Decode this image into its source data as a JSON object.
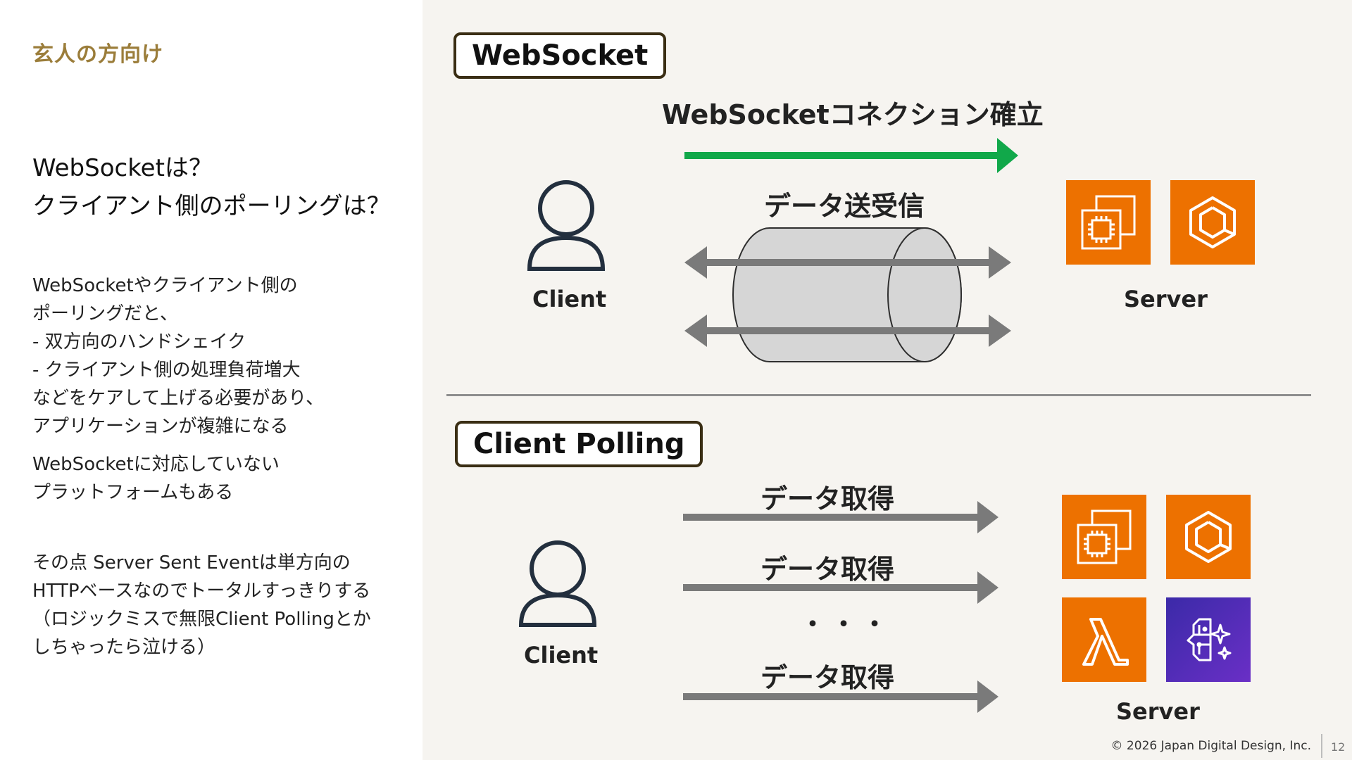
{
  "left": {
    "tag": "玄人の方向け",
    "heading_lines": [
      "WebSocketは？",
      "クライアント側のポーリングは？"
    ],
    "para1_lines": [
      "WebSocketやクライアント側の",
      "ポーリングだと、",
      " - 双方向のハンドシェイク",
      " - クライアント側の処理負荷増大",
      "などをケアして上げる必要があり、",
      "アプリケーションが複雑になる"
    ],
    "para2_lines": [
      "WebSocketに対応していない",
      "プラットフォームもある"
    ],
    "para3_lines": [
      "その点 Server Sent Eventは単方向の",
      "HTTPベースなのでトータルすっきりする",
      "（ロジックミスで無限Client Pollingとか",
      "しちゃったら泣ける）"
    ]
  },
  "websocket": {
    "title": "WebSocket",
    "connection_label": "WebSocketコネクション確立",
    "transfer_label": "データ送受信",
    "client_label": "Client",
    "server_label": "Server"
  },
  "polling": {
    "title": "Client Polling",
    "fetch_labels": [
      "データ取得",
      "データ取得",
      "データ取得"
    ],
    "ellipsis": "・・・",
    "client_label": "Client",
    "server_label": "Server"
  },
  "icons": {
    "ws_server": [
      "ec2-icon",
      "ecs-icon"
    ],
    "poll_server": [
      "ec2-icon",
      "ecs-icon",
      "lambda-icon",
      "bedrock-icon"
    ]
  },
  "colors": {
    "accent_gold": "#9b7d3a",
    "green_arrow": "#11a84a",
    "gray_arrow": "#7a7a7a",
    "aws_orange": "#ed7100",
    "aws_purple": "#5a2dbf"
  },
  "footer": {
    "copyright": "© 2026 Japan Digital Design, Inc.",
    "page": "12"
  }
}
